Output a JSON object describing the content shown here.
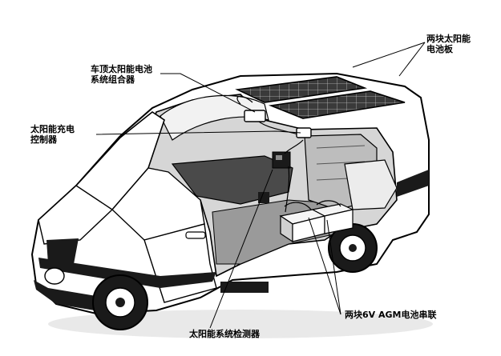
{
  "labels": {
    "solar_panels": [
      "两块太阳能",
      "电池板"
    ],
    "roof_combiner": [
      "车顶太阳能电池",
      "系统组合器"
    ],
    "charge_controller": [
      "太阳能充电",
      "控制器"
    ],
    "system_monitor": [
      "太阳能系统检测器"
    ],
    "agm_batteries": [
      "两块6V AGM电池串联"
    ]
  },
  "colors": {
    "line": "#000000",
    "panel": "#3a3a3a",
    "panel_grid": "#bfbfbf",
    "body_fill": "#ffffff",
    "shade_dark": "#1a1a1a",
    "shade_mid": "#8c8c8c",
    "shade_light": "#d6d6d6"
  }
}
